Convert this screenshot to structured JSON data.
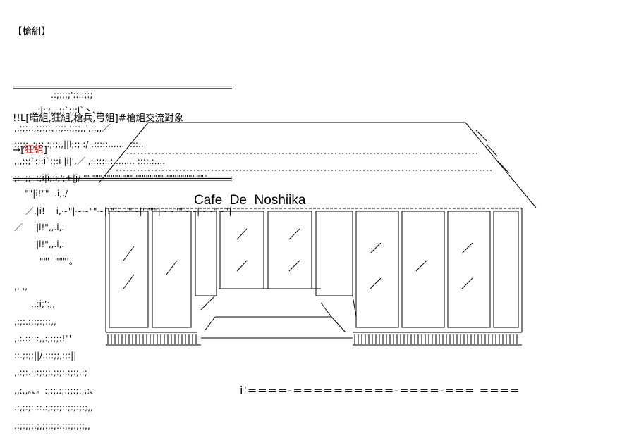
{
  "header": {
    "title": "【槍組】",
    "rule": "=================================================",
    "links_line": "!!L[暗組,狂組,槍兵,弓組]#槍組交流對象",
    "arrow_prefix": "→[",
    "highlight": "狂組",
    "arrow_suffix": "]"
  },
  "sign": {
    "text": "Cafe  De  Noshiika"
  },
  "accent_color": "#cc0000",
  "art_lines": [
    "　　.:;:;:;'::.:;:;",
    "　 ,,:i;':,,,;:`:;:i`丶､,,",
    ",,:;:.:;:;:;:､;:;:.:;:;,,',;:,,／",
    ":;:;:､;:;:.:;:;,,||l;:; :/ .:::::...... .:::..",
    ",,,;:;`:;:i`:;:i |i|',／ ,:.::::.:........ ::::.:....",
    ";:  ;;  :;i|i,:i;';+|j/ \"\"\"\"\"\"\"\"\"\"\"\"\"\"\"\"\"\"\"\"\"\"\"\"\"\"\"\"\"\"\"\"",
    "    \"\"|i!\"\"  .i,./",
    "　 ／.|i!　 i,~\"|~~\"\"~|!\"~~\"~|\"\"\"\"|~~\"\"~~|~~\"~\"|",
    "／　 '|i!\",,.i,.",
    "　　 '|i!\",,.i,.",
    "　　　\"\"'  \"\"\"'。",
    ",, ,,",
    "　　.,:i;':,,",
    ",:;:.:;:;:;:;,,",
    ",,:.:::::,,:;:;;:!\"'",
    "::.;:;:||/.:;:;;,:;:||",
    ",,:;:.:;:;:;:.;:;:.:;:;,:;",
    ",,:,,。、。:;:;.:;:;;:;:,,:、",
    ".:,;:;:.::.:;:;:;::;:;:;:;,,",
    ".:;:;;:.;,;:;:;:.:;:;:;:;,,"
  ],
  "ground_line": "i'====-==========-====-=== ===="
}
